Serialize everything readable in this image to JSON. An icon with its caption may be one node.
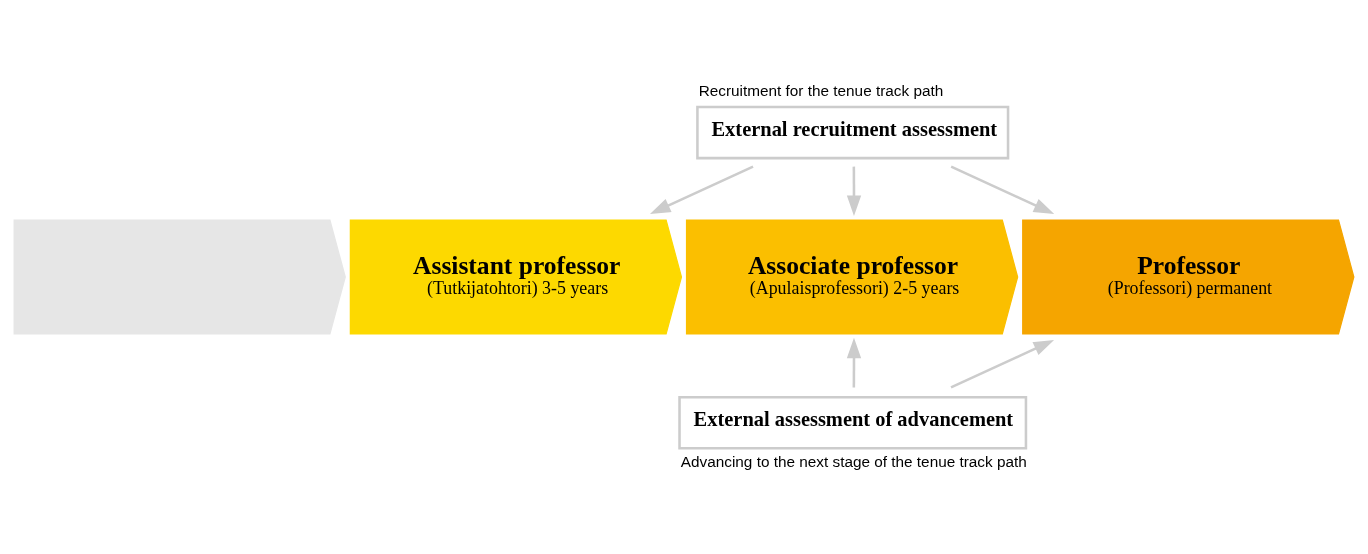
{
  "diagram": {
    "nodes": [
      {
        "text": [
          "External recruitment assessment"
        ],
        "beside": [
          "Recruitment for the tenue track path"
        ]
      },
      {
        "text": [],
        "shape": "chevron"
      },
      {
        "text": [
          "Assistant professor",
          "(Tutkijatohtori) 3-5 years"
        ]
      },
      {
        "text": [
          "Associate professor",
          "(Apulaisprofessori) 2-5 years"
        ]
      },
      {
        "text": [
          "Professor",
          "(Professori) permanent"
        ]
      },
      {
        "text": [
          "External assessment of advancement"
        ],
        "beside": [
          "Advancing to the next stage of the tenue track path"
        ]
      }
    ],
    "edges": [
      {
        "from": 0,
        "to": 2,
        "arrow": "to"
      },
      {
        "from": 0,
        "to": 3,
        "arrow": "to"
      },
      {
        "from": 0,
        "to": 4,
        "arrow": "to"
      },
      {
        "from": 5,
        "to": 3,
        "arrow": "to"
      },
      {
        "from": 5,
        "to": 4,
        "arrow": "to"
      }
    ]
  }
}
